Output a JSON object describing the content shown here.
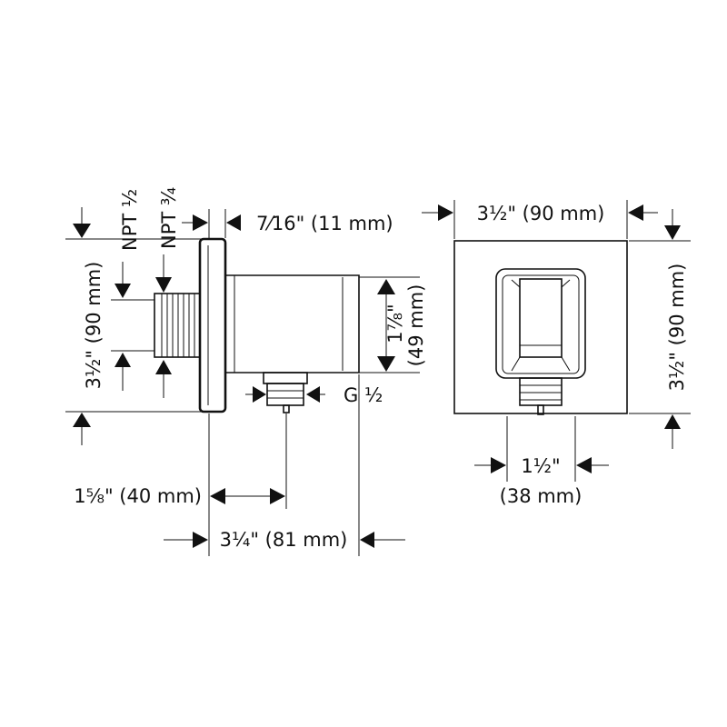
{
  "dimensions": {
    "side_gap": "7⁄16\" (11 mm)",
    "side_height": "3½\" (90 mm)",
    "npt_half": "NPT ½",
    "npt_three_quarter": "NPT ¾",
    "outlet_height": "1⅞\"",
    "outlet_height_mm": "(49 mm)",
    "thread_g": "G ½",
    "offset_short": "1⅝\" (40 mm)",
    "depth": "3¼\" (81 mm)",
    "front_width": "3½\" (90 mm)",
    "front_height": "3½\" (90 mm)",
    "holder_width": "1½\"",
    "holder_width_mm": "(38 mm)"
  }
}
